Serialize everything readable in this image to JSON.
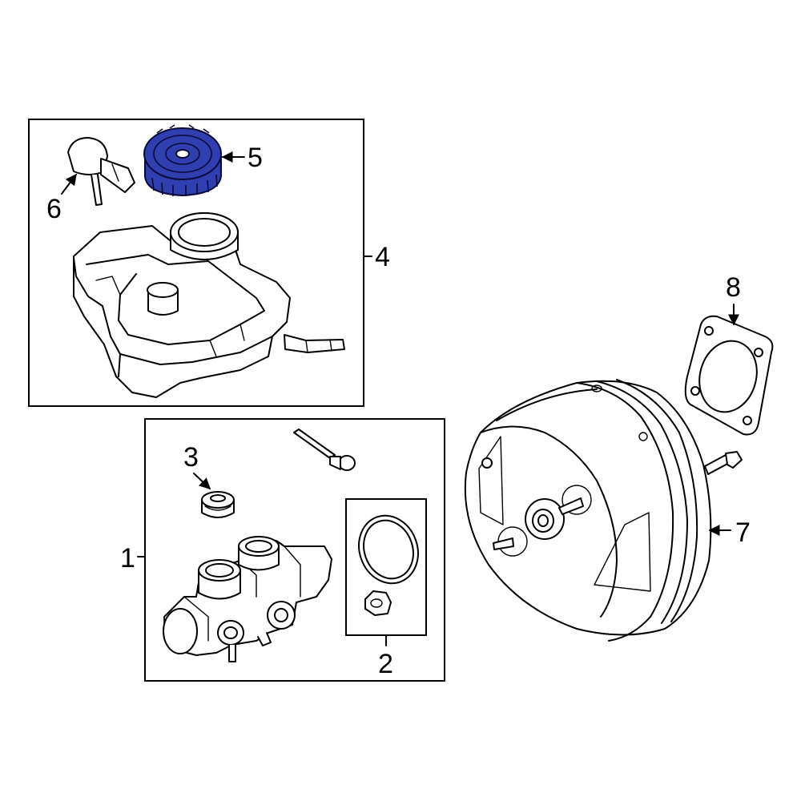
{
  "callouts": {
    "master_cylinder": "1",
    "seal_kit": "2",
    "grommet": "3",
    "reservoir": "4",
    "reservoir_cap": "5",
    "level_sensor": "6",
    "brake_booster": "7",
    "booster_gasket": "8"
  },
  "highlight": {
    "part": "5",
    "color": "#2f3fb0"
  }
}
